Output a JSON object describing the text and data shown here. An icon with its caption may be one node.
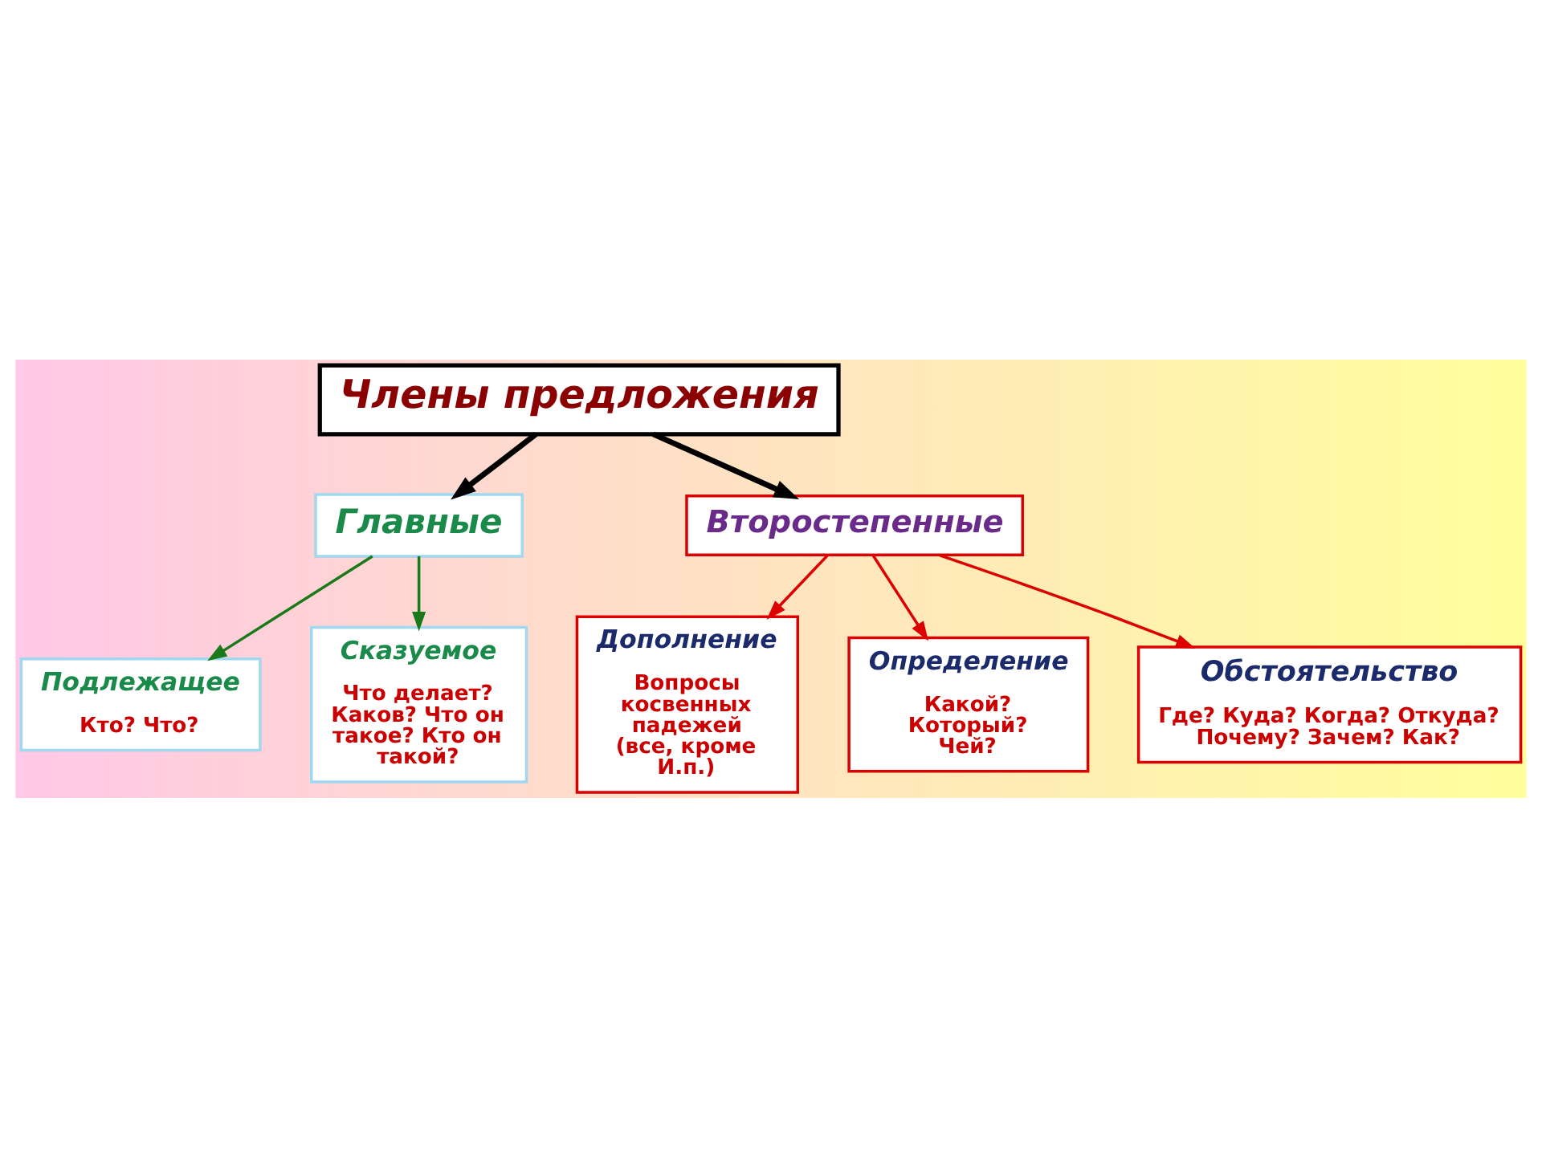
{
  "diagram": {
    "nodes": [
      {
        "text": [
          "Члены предложения"
        ]
      },
      {
        "text": [
          "Главные"
        ]
      },
      {
        "text": [
          "Второстепенные"
        ]
      },
      {
        "text": [
          "Подлежащее",
          "Кто? Что?"
        ]
      },
      {
        "text": [
          "Сказуемое",
          "Что делает? Каков? Что он такое? Кто он такой?"
        ]
      },
      {
        "text": [
          "Дополнение",
          "Вопросы косвенных падежей (все, кроме И.п.)"
        ]
      },
      {
        "text": [
          "Определение",
          "Какой? Который? Чей?"
        ]
      },
      {
        "text": [
          "Обстоятельство",
          "Где? Куда? Когда? Откуда? Почему? Зачем? Как?"
        ]
      }
    ],
    "edges": [
      {
        "from": 0,
        "to": 1,
        "arrow": "to",
        "style": "thick",
        "color": "#000000"
      },
      {
        "from": 0,
        "to": 2,
        "arrow": "to",
        "style": "thick",
        "color": "#000000"
      },
      {
        "from": 1,
        "to": 3,
        "arrow": "to",
        "color": "#1a7a1a"
      },
      {
        "from": 1,
        "to": 4,
        "arrow": "to",
        "color": "#1a7a1a"
      },
      {
        "from": 2,
        "to": 5,
        "arrow": "to"
      },
      {
        "from": 2,
        "to": 6,
        "arrow": "to"
      },
      {
        "from": 2,
        "to": 7,
        "arrow": "to"
      }
    ]
  }
}
